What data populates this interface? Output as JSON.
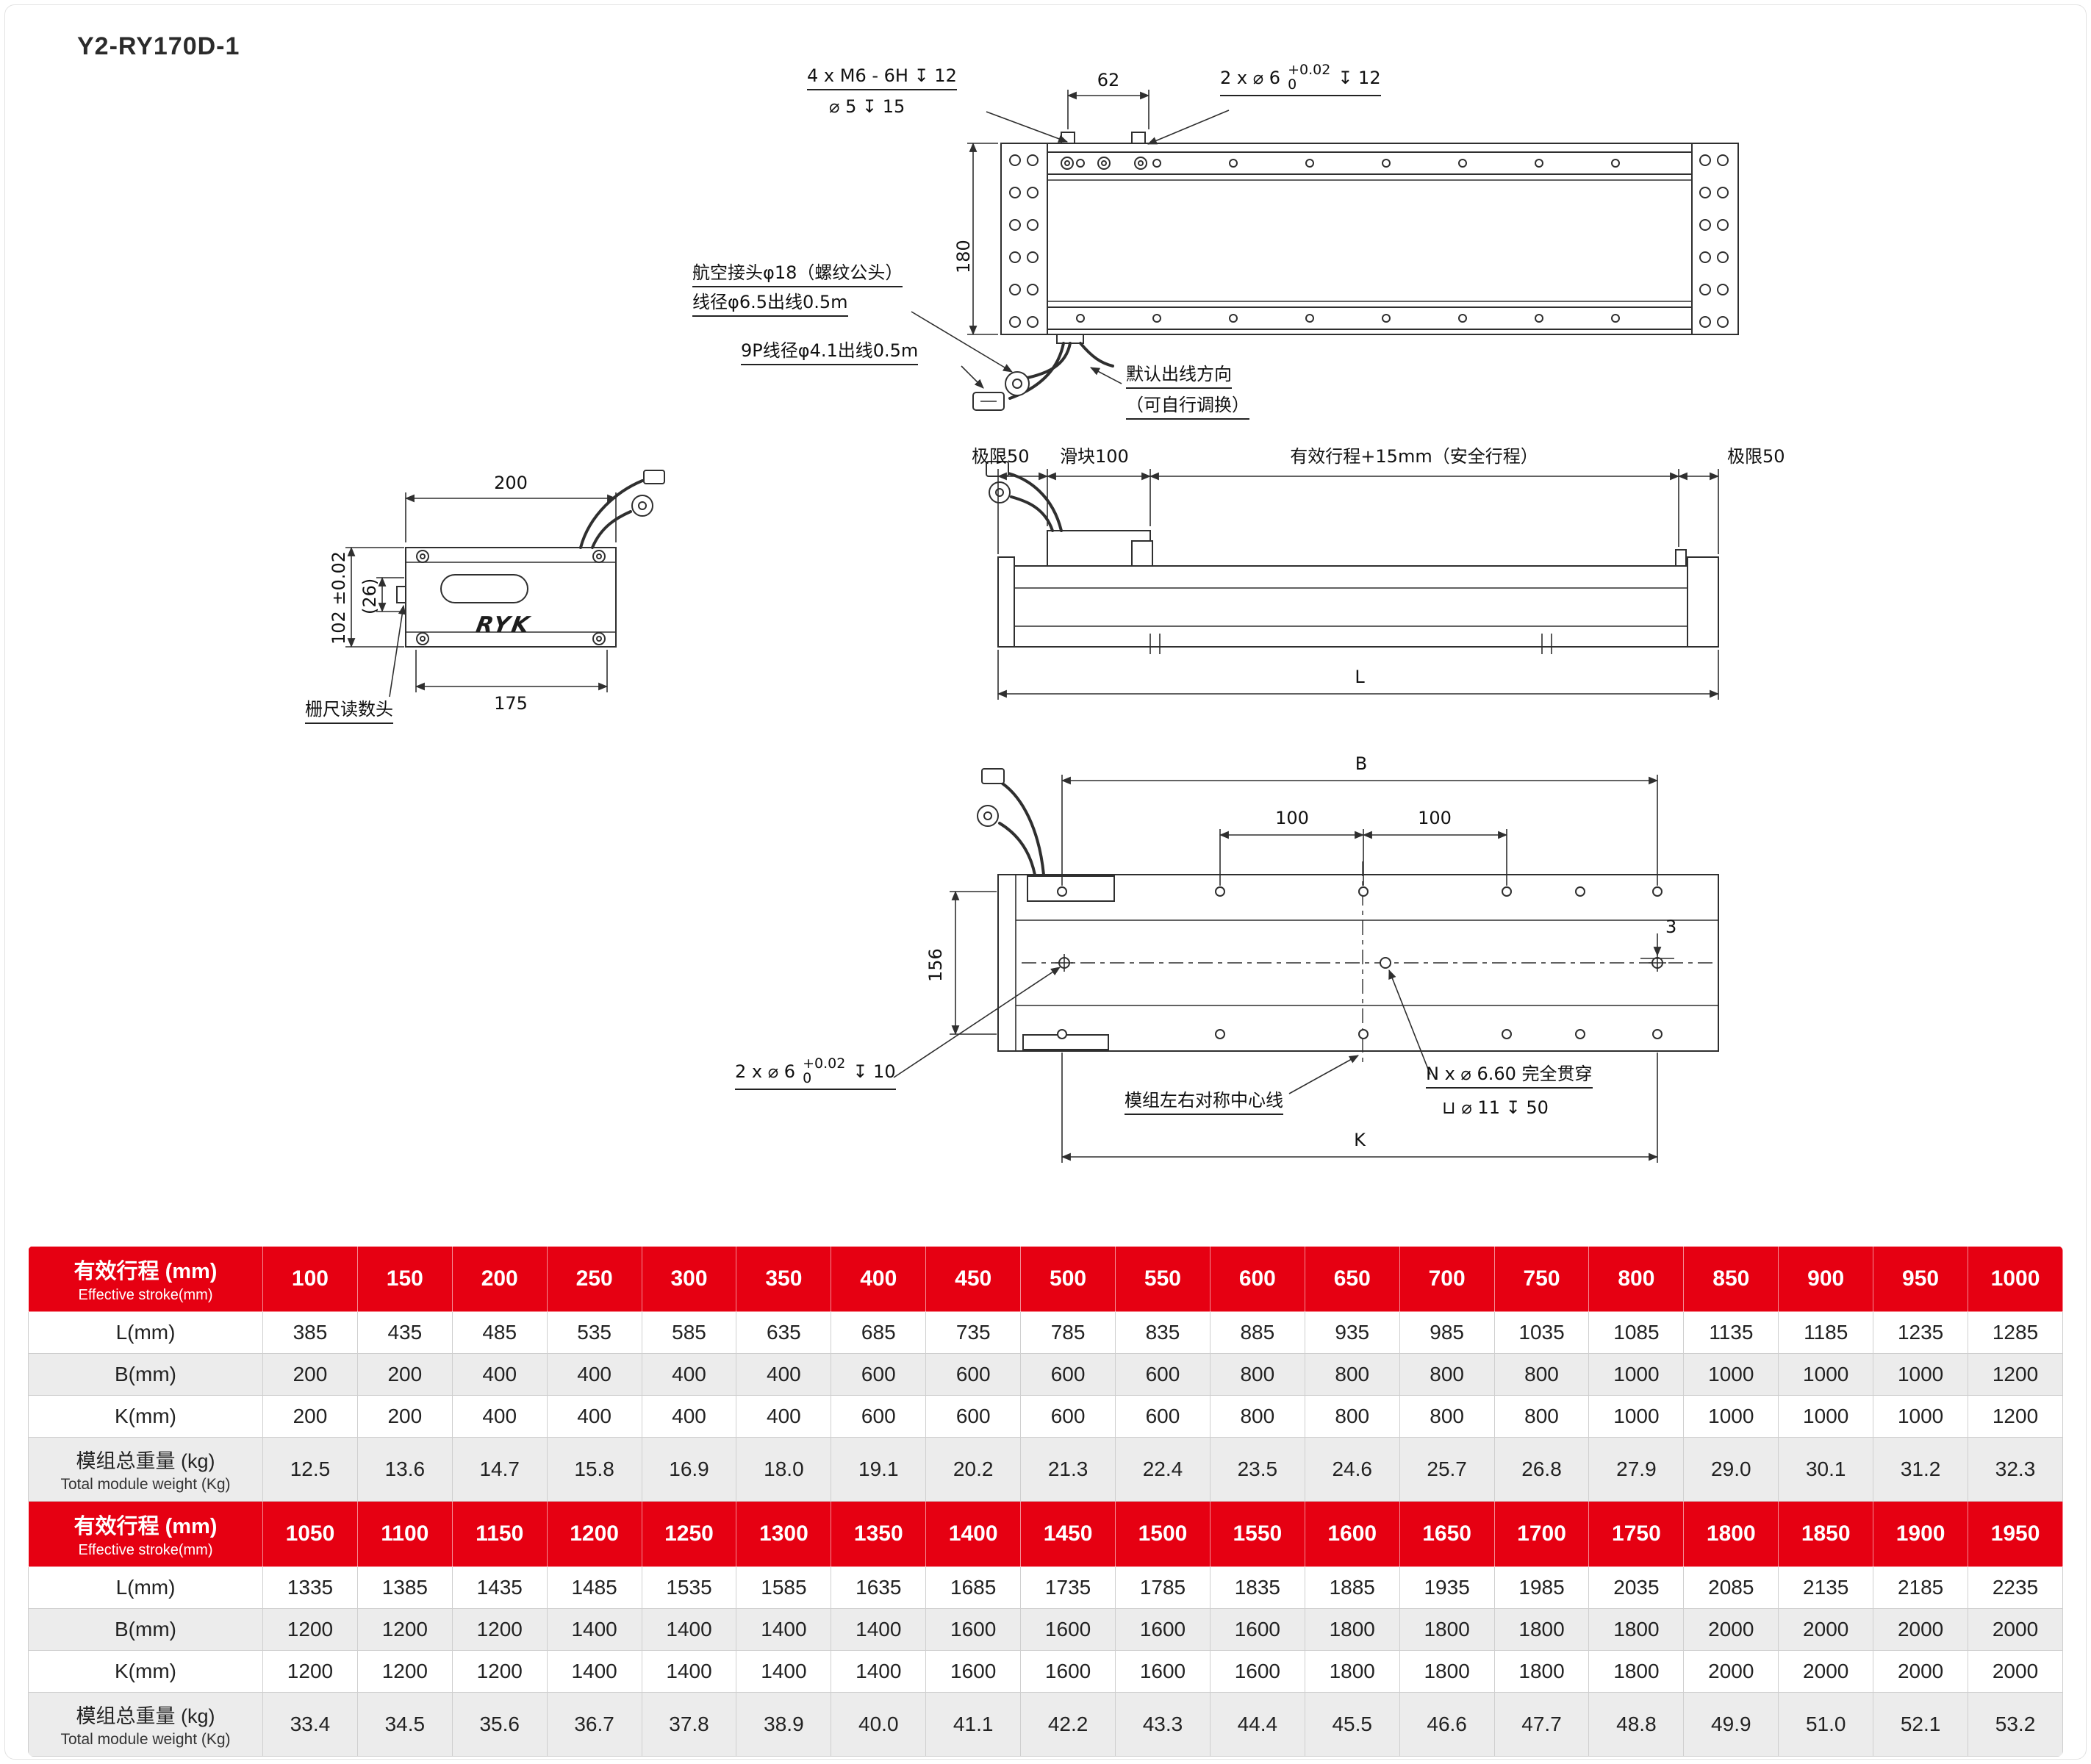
{
  "page": {
    "title": "Y2-RY170D-1"
  },
  "colors": {
    "header_red": "#e60012",
    "row_alt": "#ececec"
  },
  "drawings": {
    "top_view": {
      "thread_note_line1": "4 x  M6 - 6H  ↧ 12",
      "thread_note_line2": "⌀ 5  ↧ 15",
      "dim_62": "62",
      "dowel_note_prefix": "2 x ⌀ 6",
      "dowel_note_tol_upper": "+0.02",
      "dowel_note_tol_lower": "0",
      "dowel_note_suffix": "↧ 12",
      "dim_180": "180",
      "connector_note_line1": "航空接头φ18（螺纹公头）",
      "connector_note_line2": "线径φ6.5出线0.5m",
      "cable_9p_note": "9P线径φ4.1出线0.5m",
      "outlet_note_line1": "默认出线方向",
      "outlet_note_line2": "（可自行调换）"
    },
    "end_view": {
      "dim_200": "200",
      "dim_175": "175",
      "dim_102": "102 ±0.02",
      "dim_26": "(26)",
      "logo": "RYK",
      "reader_note": "栅尺读数头"
    },
    "side_view": {
      "limit_left": "极限50",
      "slider": "滑块100",
      "stroke_note": "有效行程+15mm（安全行程）",
      "limit_right": "极限50",
      "dim_L": "L"
    },
    "bottom_view": {
      "dim_B": "B",
      "dim_100_a": "100",
      "dim_100_b": "100",
      "dim_156": "156",
      "dim_3": "3",
      "dowel_note_prefix": "2 x ⌀ 6",
      "dowel_note_tol_upper": "+0.02",
      "dowel_note_tol_lower": "0",
      "dowel_note_suffix": "↧ 10",
      "center_note": "模组左右对称中心线",
      "through_note_line1": "N x ⌀ 6.60 完全贯穿",
      "through_note_line2": "⊔ ⌀ 11  ↧ 50",
      "dim_K": "K"
    }
  },
  "table": {
    "row_labels": {
      "stroke_zh": "有效行程 (mm)",
      "stroke_en": "Effective stroke(mm)",
      "L": "L(mm)",
      "B": "B(mm)",
      "K": "K(mm)",
      "weight_zh": "模组总重量 (kg)",
      "weight_en": "Total module weight (Kg)"
    },
    "blocks": [
      {
        "stroke": [
          "100",
          "150",
          "200",
          "250",
          "300",
          "350",
          "400",
          "450",
          "500",
          "550",
          "600",
          "650",
          "700",
          "750",
          "800",
          "850",
          "900",
          "950",
          "1000"
        ],
        "L": [
          "385",
          "435",
          "485",
          "535",
          "585",
          "635",
          "685",
          "735",
          "785",
          "835",
          "885",
          "935",
          "985",
          "1035",
          "1085",
          "1135",
          "1185",
          "1235",
          "1285"
        ],
        "B": [
          "200",
          "200",
          "400",
          "400",
          "400",
          "400",
          "600",
          "600",
          "600",
          "600",
          "800",
          "800",
          "800",
          "800",
          "1000",
          "1000",
          "1000",
          "1000",
          "1200"
        ],
        "K": [
          "200",
          "200",
          "400",
          "400",
          "400",
          "400",
          "600",
          "600",
          "600",
          "600",
          "800",
          "800",
          "800",
          "800",
          "1000",
          "1000",
          "1000",
          "1000",
          "1200"
        ],
        "weight": [
          "12.5",
          "13.6",
          "14.7",
          "15.8",
          "16.9",
          "18.0",
          "19.1",
          "20.2",
          "21.3",
          "22.4",
          "23.5",
          "24.6",
          "25.7",
          "26.8",
          "27.9",
          "29.0",
          "30.1",
          "31.2",
          "32.3"
        ]
      },
      {
        "stroke": [
          "1050",
          "1100",
          "1150",
          "1200",
          "1250",
          "1300",
          "1350",
          "1400",
          "1450",
          "1500",
          "1550",
          "1600",
          "1650",
          "1700",
          "1750",
          "1800",
          "1850",
          "1900",
          "1950"
        ],
        "L": [
          "1335",
          "1385",
          "1435",
          "1485",
          "1535",
          "1585",
          "1635",
          "1685",
          "1735",
          "1785",
          "1835",
          "1885",
          "1935",
          "1985",
          "2035",
          "2085",
          "2135",
          "2185",
          "2235"
        ],
        "B": [
          "1200",
          "1200",
          "1200",
          "1400",
          "1400",
          "1400",
          "1400",
          "1600",
          "1600",
          "1600",
          "1600",
          "1800",
          "1800",
          "1800",
          "1800",
          "2000",
          "2000",
          "2000",
          "2000"
        ],
        "K": [
          "1200",
          "1200",
          "1200",
          "1400",
          "1400",
          "1400",
          "1400",
          "1600",
          "1600",
          "1600",
          "1600",
          "1800",
          "1800",
          "1800",
          "1800",
          "2000",
          "2000",
          "2000",
          "2000"
        ],
        "weight": [
          "33.4",
          "34.5",
          "35.6",
          "36.7",
          "37.8",
          "38.9",
          "40.0",
          "41.1",
          "42.2",
          "43.3",
          "44.4",
          "45.5",
          "46.6",
          "47.7",
          "48.8",
          "49.9",
          "51.0",
          "52.1",
          "53.2"
        ]
      }
    ]
  }
}
